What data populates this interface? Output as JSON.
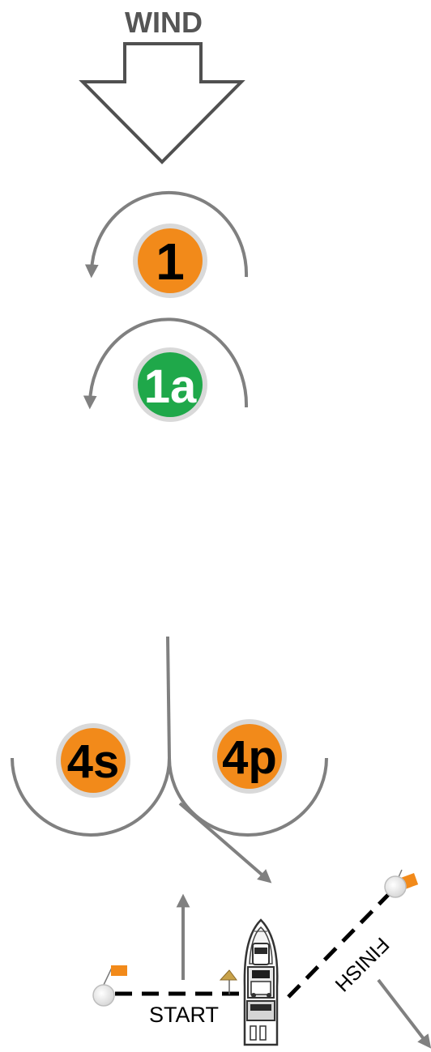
{
  "wind": {
    "label": "WIND"
  },
  "marks": [
    {
      "id": "1",
      "label": "1",
      "color": "#f28a1a"
    },
    {
      "id": "1a",
      "label": "1a",
      "color": "#1fa84a"
    },
    {
      "id": "4s",
      "label": "4s",
      "color": "#f28a1a"
    },
    {
      "id": "4p",
      "label": "4p",
      "color": "#f28a1a"
    }
  ],
  "start_line": {
    "label": "START"
  },
  "finish_line": {
    "label": "FINISH"
  },
  "colors": {
    "course_line": "#808080",
    "wind_arrow": "#505050",
    "flag": "#f28a1a",
    "dashed_line": "#000000",
    "buoy": "#cfcfcf"
  }
}
